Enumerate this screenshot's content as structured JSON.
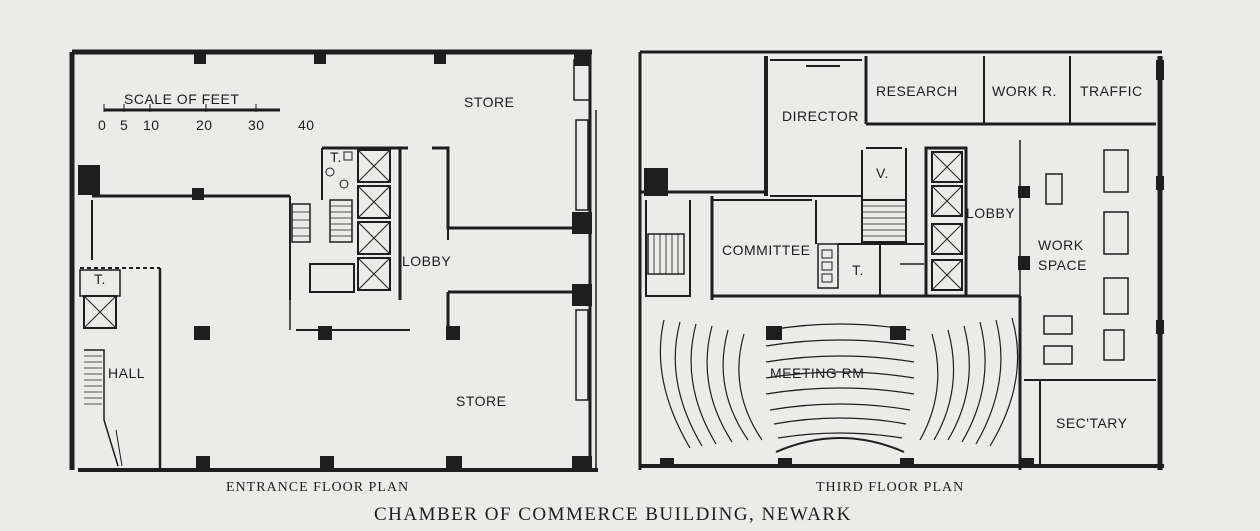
{
  "entrance": {
    "scale_title": "SCALE OF FEET",
    "scale_ticks": [
      "0",
      "5",
      "10",
      "20",
      "30",
      "40"
    ],
    "rooms": {
      "store_top": "STORE",
      "lobby": "LOBBY",
      "toilet": "T.",
      "toilet2": "T.",
      "hall": "HALL",
      "store_bottom": "STORE"
    },
    "caption": "ENTRANCE FLOOR PLAN"
  },
  "third": {
    "rooms": {
      "director": "DIRECTOR",
      "research": "RESEARCH",
      "work_r": "WORK R.",
      "traffic": "TRAFFIC",
      "vault": "V.",
      "lobby": "LOBBY",
      "committee": "COMMITTEE",
      "toilet": "T.",
      "work_space": "WORK\nSPACE",
      "work_space_line1": "WORK",
      "work_space_line2": "SPACE",
      "meeting": "MEETING RM",
      "sectary": "SEC'TARY"
    },
    "caption": "THIRD FLOOR PLAN"
  },
  "title": "CHAMBER OF COMMERCE BUILDING, NEWARK"
}
